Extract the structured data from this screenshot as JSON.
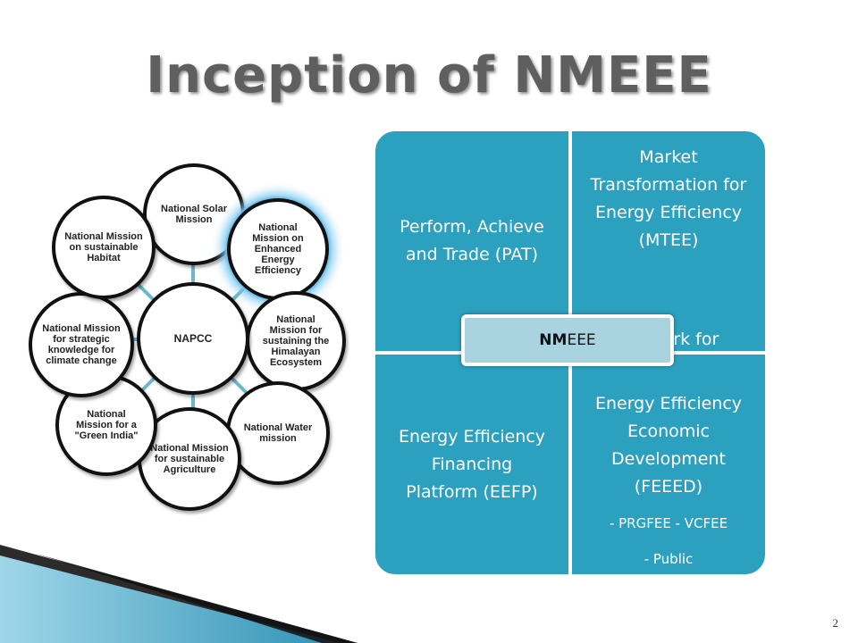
{
  "slide": {
    "title": "Inception of NMEEE",
    "page_number": "2"
  },
  "napcc": {
    "hub": "NAPCC",
    "missions": [
      "National Solar Mission",
      "National Mission on Enhanced Energy Efficiency",
      "National Mission for sustaining the Himalayan Ecosystem",
      "National Water mission",
      "National Mission for sustainable Agriculture",
      "National Mission for a \"Green India\"",
      "National Mission for strategic knowledge for climate change",
      "National Mission on sustainable Habitat"
    ]
  },
  "nmeee": {
    "center_bold": "NM",
    "center_rest": "EEE",
    "quadrants": {
      "top_left": "Perform, Achieve and Trade (PAT)",
      "top_right": "Market Transformation for Energy Efficiency (MTEE)",
      "bottom_left": "Energy Efficiency Financing Platform (EEFP)",
      "bottom_right_fragment": "ork for",
      "bottom_right_main": "Energy Efficiency Economic Development (FEEED)",
      "bottom_right_sub1": "- PRGFEE - VCFEE",
      "bottom_right_sub2": "- Public"
    }
  },
  "colors": {
    "quadrant": "#2ca1bf",
    "center_box": "#a9d3df",
    "connector": "#6cb8c4",
    "glow": "#78c8f0"
  }
}
